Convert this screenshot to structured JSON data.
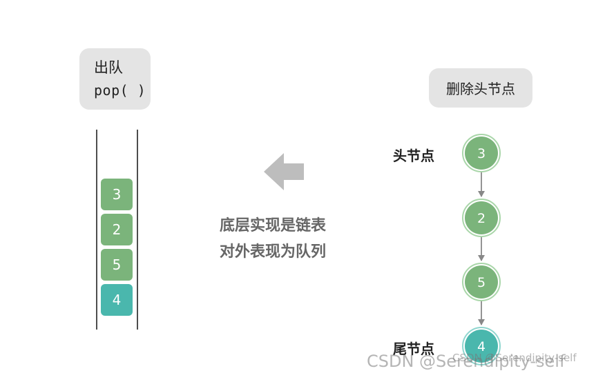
{
  "pop_box": {
    "title": "出队",
    "code": "pop( )"
  },
  "delete_box": {
    "label": "删除头节点"
  },
  "caption": {
    "line1": "底层实现是链表",
    "line2": "对外表现为队列"
  },
  "queue": {
    "cells": [
      {
        "value": "3",
        "is_tail": false
      },
      {
        "value": "2",
        "is_tail": false
      },
      {
        "value": "5",
        "is_tail": false
      },
      {
        "value": "4",
        "is_tail": true
      }
    ]
  },
  "linked_list": {
    "head_label": "头节点",
    "tail_label": "尾节点",
    "nodes": [
      {
        "value": "3",
        "is_tail": false
      },
      {
        "value": "2",
        "is_tail": false
      },
      {
        "value": "5",
        "is_tail": false
      },
      {
        "value": "4",
        "is_tail": true
      }
    ]
  },
  "watermark": {
    "text_large": "CSDN @Serendipity-self",
    "text_small": "CSDN @Serendipity-self"
  },
  "colors": {
    "node_green": "#7bb47b",
    "node_teal": "#4ab7ad",
    "arrow_gray": "#bdbdbd",
    "edge_gray": "#888888"
  }
}
